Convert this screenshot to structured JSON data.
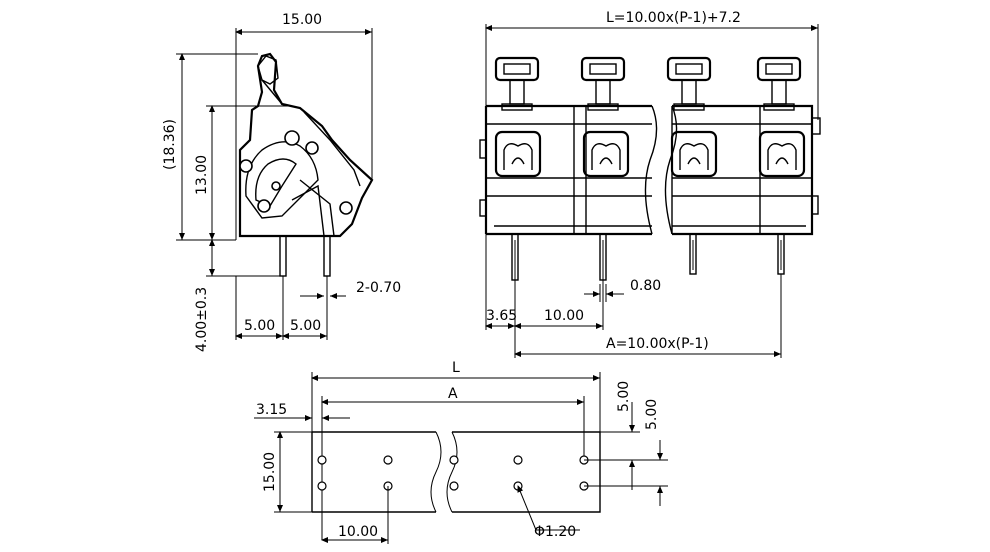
{
  "side_view": {
    "width_dim": "15.00",
    "total_height_dim": "(18.36)",
    "body_height_dim": "13.00",
    "pin_length_dim": "4.00±0.3",
    "pin_spacing_a": "5.00",
    "pin_spacing_b": "5.00",
    "pin_thickness_dim": "2-0.70"
  },
  "front_view": {
    "overall_length_dim": "L=10.00x(P-1)+7.2",
    "edge_offset_dim": "3.65",
    "pitch_dim": "10.00",
    "pin_width_dim": "0.80",
    "span_dim": "A=10.00x(P-1)"
  },
  "pcb_layout": {
    "length_label": "L",
    "span_label": "A",
    "edge_offset_dim": "3.15",
    "row_spacing_dim": "5.00",
    "edge_to_row_dim": "5.00",
    "depth_dim": "15.00",
    "pitch_dim": "10.00",
    "hole_dim": "Φ1.20"
  }
}
